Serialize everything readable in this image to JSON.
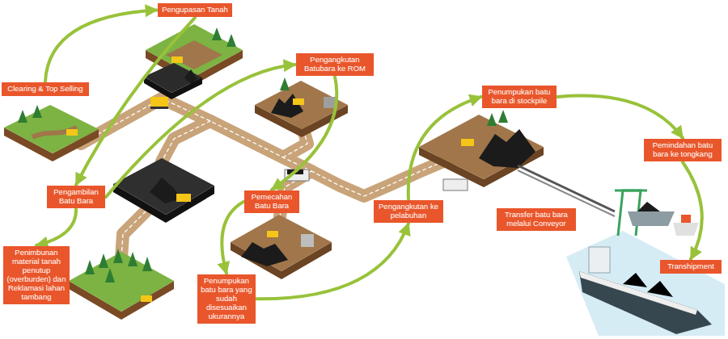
{
  "diagram": {
    "nodes": [
      {
        "text": [
          "Pengupasan Tanah"
        ]
      },
      {
        "text": [
          "Pengangkutan Batubara ke ROM"
        ]
      },
      {
        "text": [
          "Clearing & Top Selling"
        ]
      },
      {
        "text": [
          "Penumpukan batu bara di stockpile"
        ]
      },
      {
        "text": [
          "Pemindahan batu bara ke tongkang"
        ]
      },
      {
        "text": [
          "Pengambilan Batu Bara"
        ]
      },
      {
        "text": [
          "Pemecahan Batu Bara"
        ]
      },
      {
        "text": [
          "Pengangkutan ke pelabuhan"
        ]
      },
      {
        "text": [
          "Transfer batu bara melalui Conveyor"
        ]
      },
      {
        "text": [
          "Penimbunan material tanah penutup (overburden) dan Reklamasi lahan tambang"
        ]
      },
      {
        "text": [
          "Transhipment"
        ]
      },
      {
        "text": [
          "Penumpukan batu bara yang sudah disesuaikan ukurannya"
        ]
      }
    ],
    "edges": [
      {
        "from": 2,
        "to": 0,
        "arrow": "to"
      },
      {
        "from": 0,
        "to": 5,
        "arrow": "to"
      },
      {
        "from": 5,
        "to": 9,
        "arrow": "to"
      },
      {
        "from": 5,
        "to": 1,
        "arrow": "to"
      },
      {
        "from": 1,
        "to": 6,
        "arrow": "to"
      },
      {
        "from": 6,
        "to": 11,
        "arrow": "to"
      },
      {
        "from": 11,
        "to": 7,
        "arrow": "to"
      },
      {
        "from": 7,
        "to": 3,
        "arrow": "to"
      },
      {
        "from": 3,
        "to": 4,
        "arrow": "to"
      },
      {
        "from": 4,
        "to": 10,
        "arrow": "to"
      }
    ]
  }
}
